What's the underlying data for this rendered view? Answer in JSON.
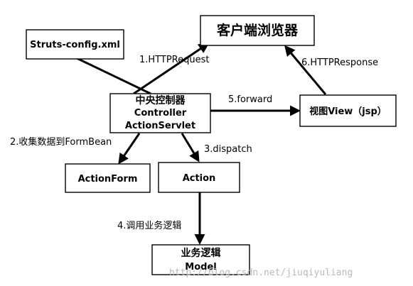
{
  "boxes": {
    "browser": {
      "lines": [
        "客户端浏览器"
      ]
    },
    "struts_config": {
      "lines": [
        "Struts-config.xml"
      ]
    },
    "controller": {
      "lines": [
        "中央控制器",
        "Controller",
        "ActionServlet"
      ]
    },
    "view": {
      "lines": [
        "视图View（jsp）"
      ]
    },
    "action_form": {
      "lines": [
        "ActionForm"
      ]
    },
    "action": {
      "lines": [
        "Action"
      ]
    },
    "model": {
      "lines": [
        "业务逻辑",
        "Model"
      ]
    }
  },
  "labels": {
    "request": "1.HTTPRequest",
    "collect": "2.收集数据到FormBean",
    "dispatch": "3.dispatch",
    "business": "4.调用业务逻辑",
    "forward": "5.forward",
    "response": "6.HTTPResponse"
  },
  "watermark": "http://blog.csdn.net/jiuqiyuliang",
  "colors": {
    "stroke": "#000000",
    "watermark": "#b9b9b9"
  }
}
